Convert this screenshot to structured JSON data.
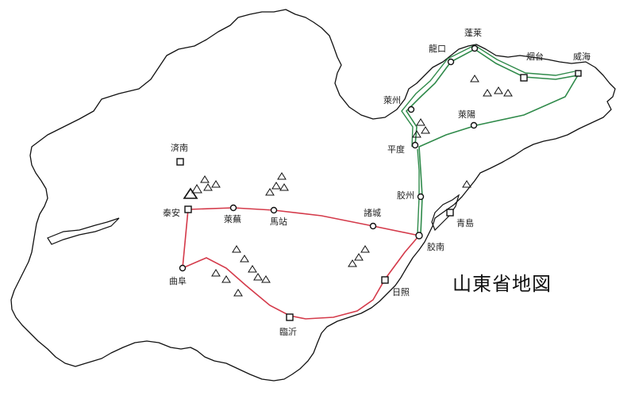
{
  "title": "山東省地図",
  "colors": {
    "coast": "#111111",
    "red_route": "#d43a4a",
    "green_route": "#2f8a4a"
  },
  "cities": {
    "jinan": "済南",
    "taian": "泰安",
    "laiwu": "萊蕪",
    "mazhan": "馬站",
    "zhucheng": "諸城",
    "jiaonan": "胶南",
    "qingdao": "青島",
    "jiaozhou": "胶州",
    "pingdu": "平度",
    "laizhou": "萊州",
    "longkou": "龍口",
    "penglai": "蓬莱",
    "yantai": "烟台",
    "weihai": "威海",
    "laiyang": "萊陽",
    "qufu": "曲阜",
    "rizhao": "日照",
    "linyi": "臨沂"
  },
  "mountain_icon": "triangle-icon"
}
